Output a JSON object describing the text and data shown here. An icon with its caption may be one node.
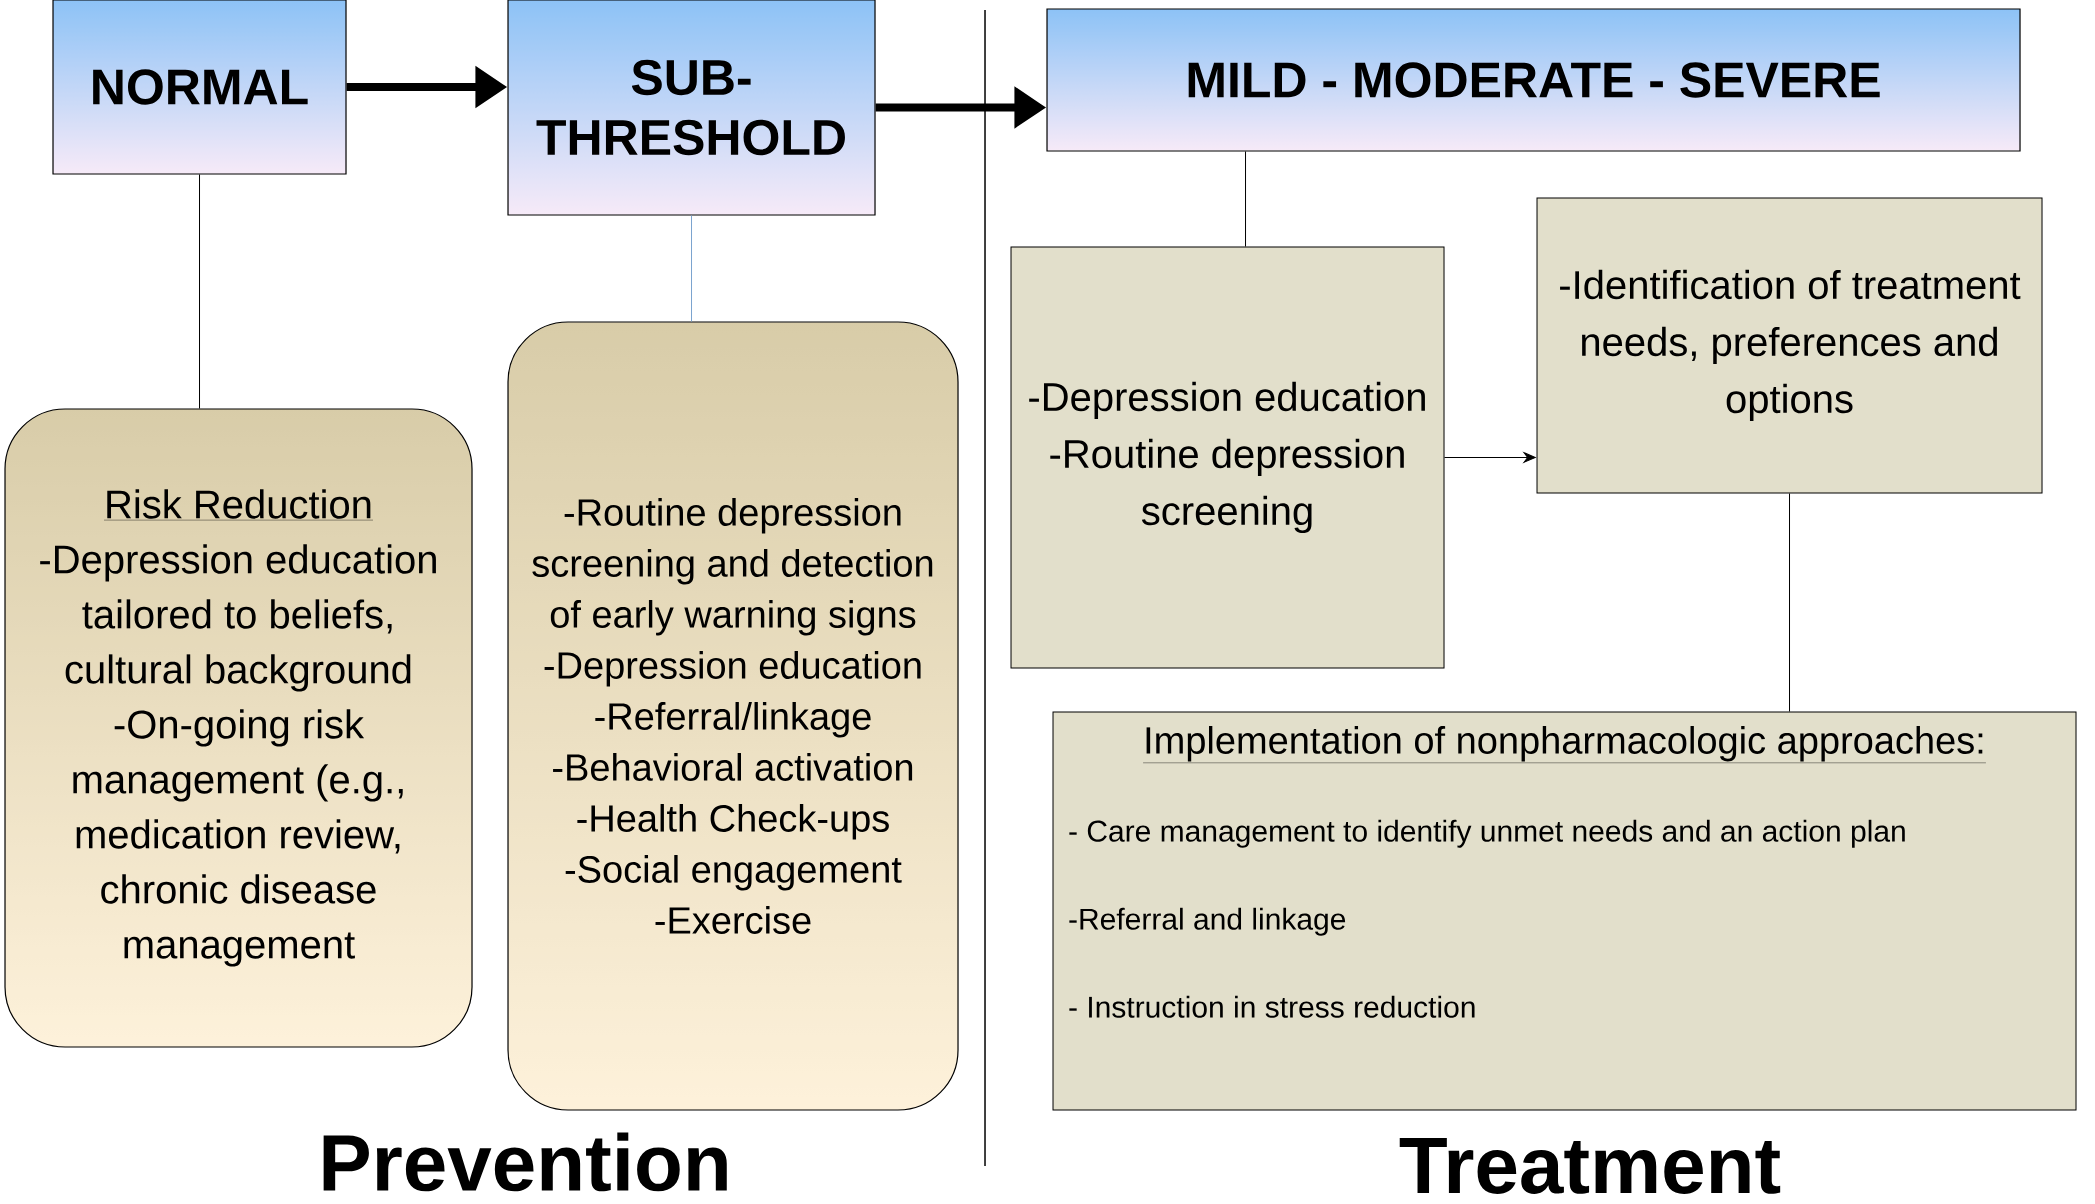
{
  "diagram": {
    "nodes": [
      {
        "text": [
          "NORMAL"
        ]
      },
      {
        "text": [
          "SUB-THRESHOLD"
        ]
      },
      {
        "text": [
          "MILD - MODERATE - SEVERE"
        ]
      },
      {
        "text": [
          "Risk Reduction",
          "-Depression education tailored to beliefs, cultural background -On-going risk management (e.g., medication review, chronic disease management"
        ]
      },
      {
        "text": [
          "-Routine depression screening and detection of early warning signs -Depression education -Referral/linkage -Behavioral activation -Health Check-ups -Social engagement -Exercise"
        ]
      },
      {
        "text": [
          "-Depression education -Routine depression screening"
        ]
      },
      {
        "text": [
          "-Identification of treatment needs, preferences and options"
        ]
      },
      {
        "text": [
          "Implementation of nonpharmacologic approaches:",
          "- Care management to identify unmet  needs and an action plan",
          "-Referral and linkage",
          "- Instruction in stress reduction"
        ]
      }
    ],
    "edges": [
      {
        "from": 0,
        "to": 1,
        "arrow": "to",
        "style": "thick"
      },
      {
        "from": 1,
        "to": 2,
        "arrow": "to",
        "style": "thick"
      },
      {
        "from": 0,
        "to": 3,
        "arrow": "none"
      },
      {
        "from": 1,
        "to": 4,
        "arrow": "none",
        "color": "#7ba3cf"
      },
      {
        "from": 2,
        "to": 5,
        "arrow": "none"
      },
      {
        "from": 5,
        "to": 6,
        "arrow": "to"
      },
      {
        "from": 6,
        "to": 7,
        "arrow": "none"
      }
    ],
    "labels": [
      "Prevention",
      "Treatment"
    ]
  }
}
